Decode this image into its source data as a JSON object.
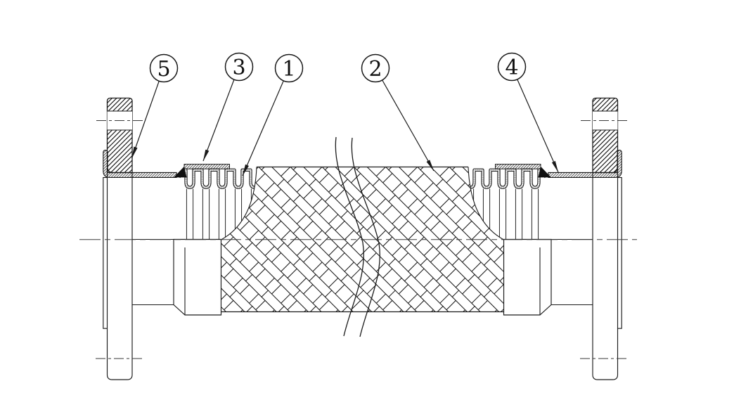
{
  "drawing": {
    "background": "#ffffff",
    "line_color": "#1a1a1a",
    "callouts": [
      {
        "num": "5"
      },
      {
        "num": "3"
      },
      {
        "num": "1"
      },
      {
        "num": "2"
      },
      {
        "num": "4"
      }
    ]
  }
}
